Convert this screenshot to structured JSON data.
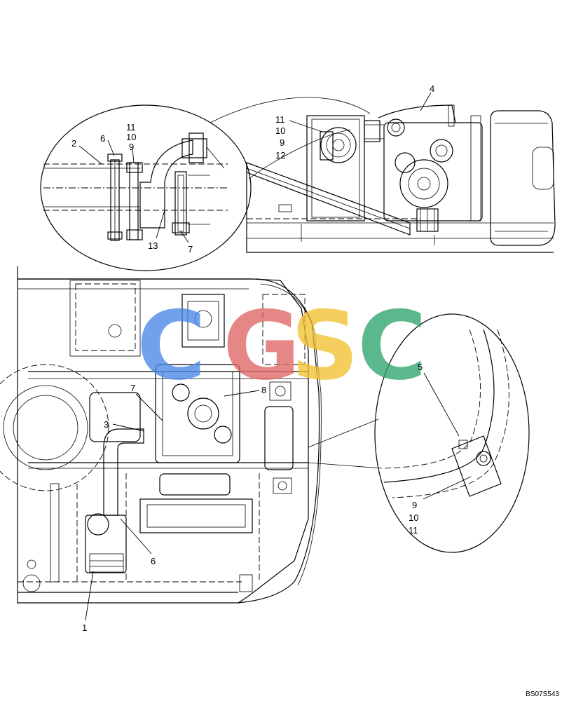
{
  "callouts": {
    "top_left_circle": {
      "c2": "2",
      "c6": "6",
      "c11": "11",
      "c10": "10",
      "c9": "9",
      "c13": "13",
      "c7": "7"
    },
    "top_engine": {
      "c4": "4",
      "c11": "11",
      "c10": "10",
      "c9": "9",
      "c12": "12"
    },
    "plan_view": {
      "c7": "7",
      "c8": "8",
      "c3": "3",
      "c6": "6",
      "c1": "1"
    },
    "right_circle": {
      "c5": "5",
      "c9": "9",
      "c10": "10",
      "c11": "11"
    }
  },
  "watermark": {
    "letters": [
      "C",
      "G",
      "S",
      "C"
    ],
    "colors": [
      "#4a86e8",
      "#e06666",
      "#f1c232",
      "#2ea36f"
    ]
  },
  "reference_code": "BS07S543"
}
